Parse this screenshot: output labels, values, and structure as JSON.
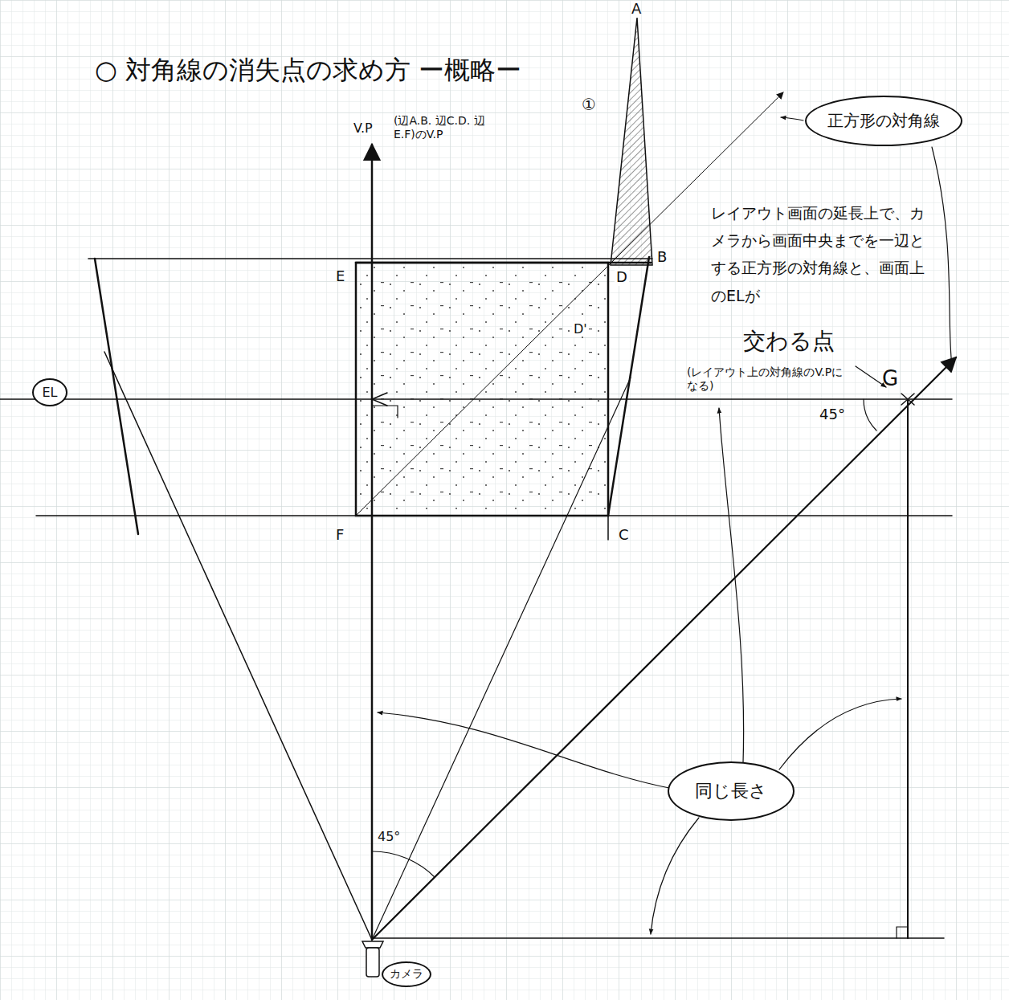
{
  "diagram": {
    "title": "○ 対角線の消失点の求め方 ー概略ー",
    "nodes": [
      {
        "text": [
          "正方形の対角線"
        ]
      },
      {
        "text": [
          "EL"
        ]
      },
      {
        "text": [
          "同じ長さ"
        ]
      },
      {
        "text": [
          "カメラ"
        ]
      }
    ],
    "labels": [
      "①",
      "V.P",
      "(辺A.B. 辺C.D. 辺E.F)のV.P",
      "A",
      "B",
      "E",
      "D",
      "D'",
      "レイアウト画面の延長上で、カメラから画面中央までを一辺とする正方形の対角線と、画面上のELが",
      "交わる点",
      "(レイアウト上の対角線のV.Pになる)",
      "G",
      "45°",
      "F",
      "C",
      "45°"
    ]
  }
}
